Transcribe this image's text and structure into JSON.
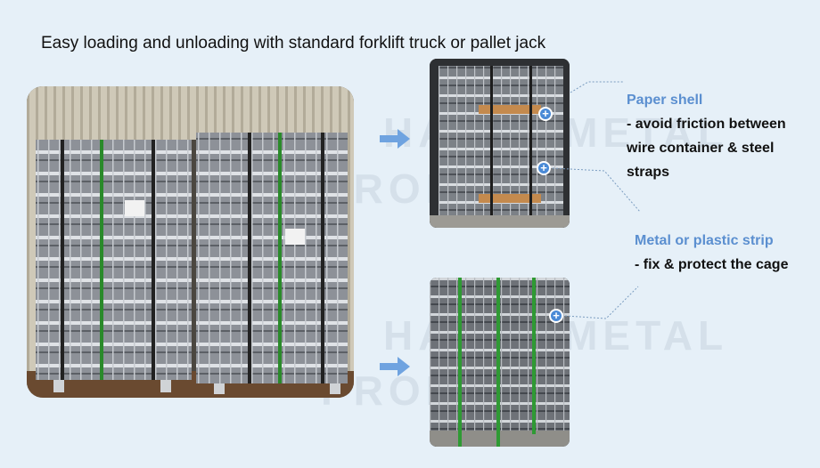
{
  "headline": "Easy loading and unloading with standard forklift truck or pallet jack",
  "watermark": {
    "line1": "HAM  G METAL",
    "line2": "PRODU"
  },
  "callouts": [
    {
      "title": "Paper shell",
      "body_lines": [
        "- avoid friction between",
        "wire container & steel",
        "straps"
      ]
    },
    {
      "title": "Metal or plastic strip",
      "body_lines": [
        "- fix & protect the cage"
      ]
    }
  ],
  "marker_symbol": "+",
  "colors": {
    "background": "#e6f0f8",
    "accent": "#5b8fd0",
    "arrow": "#6fa3e0"
  }
}
